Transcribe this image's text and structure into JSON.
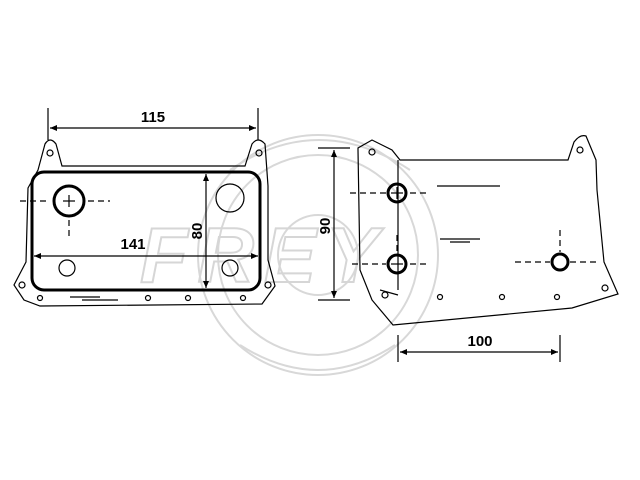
{
  "dimensions": {
    "top_width": "115",
    "inner_length": "141",
    "inner_height": "80",
    "side_height": "90",
    "port_spacing": "100"
  },
  "watermark": {
    "text": "FREY"
  }
}
